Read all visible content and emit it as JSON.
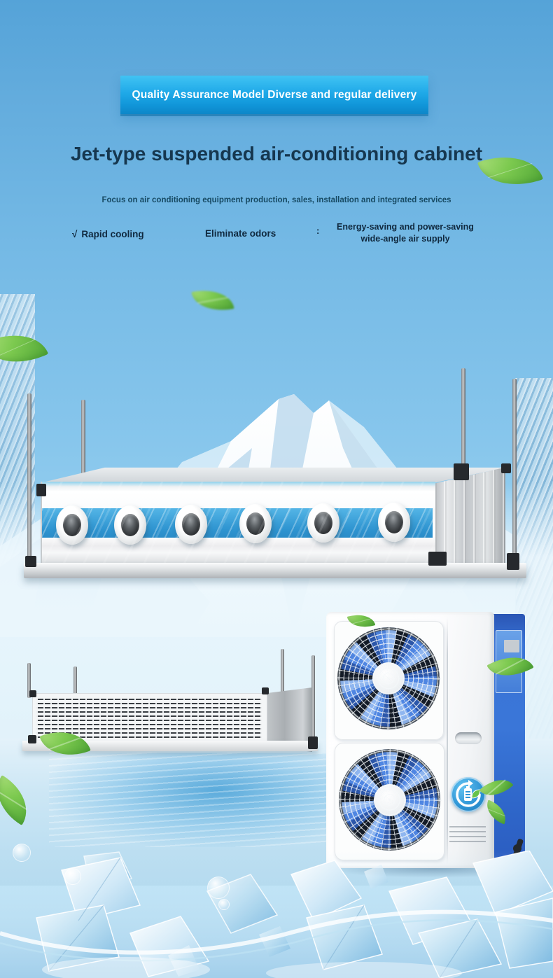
{
  "poster": {
    "banner": {
      "label": "Quality Assurance Model Diverse and regular delivery",
      "bg_color": "#1aa7e8",
      "text_color": "#ffffff"
    },
    "title": {
      "text": "Jet-type suspended air-conditioning cabinet",
      "color": "#16374f"
    },
    "subtitle": {
      "text": "Focus on air conditioning equipment production, sales, installation and integrated services"
    },
    "features": {
      "item1": {
        "mark": "√",
        "label": "Rapid cooling"
      },
      "item2": {
        "label": "Eliminate odors"
      },
      "separator": ":",
      "item3": {
        "line1": "Energy-saving and power-saving",
        "line2": "wide-angle air supply"
      }
    },
    "colors": {
      "banner_blue": "#1aa7e8",
      "title_navy": "#16374f",
      "unit_stripe_blue": "#38a2dc",
      "outdoor_side_blue": "#3a74d6",
      "leaf_green": "#6cbf4a",
      "badge_blue": "#2f95d6"
    },
    "scene": {
      "suspended_unit": {
        "nozzle_count": 6,
        "hanging_rod_count": 4
      },
      "duct_unit": {
        "hanging_rod_count": 4
      },
      "outdoor_unit": {
        "fan_count": 2
      },
      "decor": {
        "leaf_count": 8,
        "snow_mountain": true,
        "ice_cubes": true,
        "bubbles": true
      }
    }
  }
}
